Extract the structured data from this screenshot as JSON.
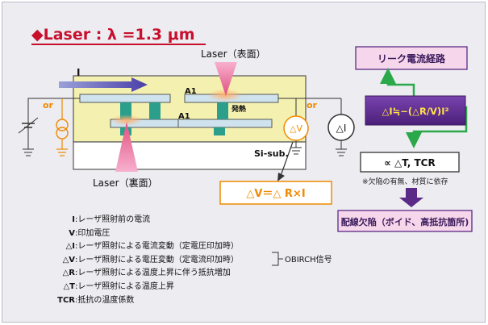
{
  "title": "◆Laser : λ =1.3 μm",
  "chip": {
    "laser_front": "Laser（表面）",
    "laser_back": "Laser（裏面）",
    "a1_top": "A1",
    "a1_bottom": "A1",
    "heat": "発熱",
    "substrate": "Si-sub.",
    "current_label": "I",
    "or_left": "or",
    "or_right": "or",
    "delta_v": "△V",
    "delta_i": "△I"
  },
  "formula_v": "△V＝△ R×I",
  "right_flow": {
    "leak_path": "リーク電流経路",
    "formula_i": "△I≒−(△R/V)I²",
    "temp_box": "∝ △T, TCR",
    "note": "※欠陥の有無、材質に依存",
    "defect": "配線欠陥（ボイド、高抵抗箇所)"
  },
  "legend": [
    {
      "sym": "I",
      "desc": ":レーザ照射前の電流"
    },
    {
      "sym": "V",
      "desc": ":印加電圧"
    },
    {
      "sym": "△I",
      "desc": ":レーザ照射による電流変動（定電圧印加時）"
    },
    {
      "sym": "△V",
      "desc": ":レーザ照射による電圧変動（定電流印加時）"
    },
    {
      "sym": "△R",
      "desc": ":レーザ照射による温度上昇に伴う抵抗増加"
    },
    {
      "sym": "△T",
      "desc": ":レーザ照射による温度上昇"
    },
    {
      "sym": "TCR",
      "desc": ":抵抗の温度係数"
    }
  ],
  "obirch_label": "OBIRCH信号",
  "colors": {
    "title_red": "#c8102e",
    "orange": "#f08a00",
    "purple": "#5b2a86",
    "green": "#2aa84a",
    "pink_box": "#f6d6ea",
    "teal": "#2b9e8c",
    "chip_yellow": "#f4f1b0"
  }
}
